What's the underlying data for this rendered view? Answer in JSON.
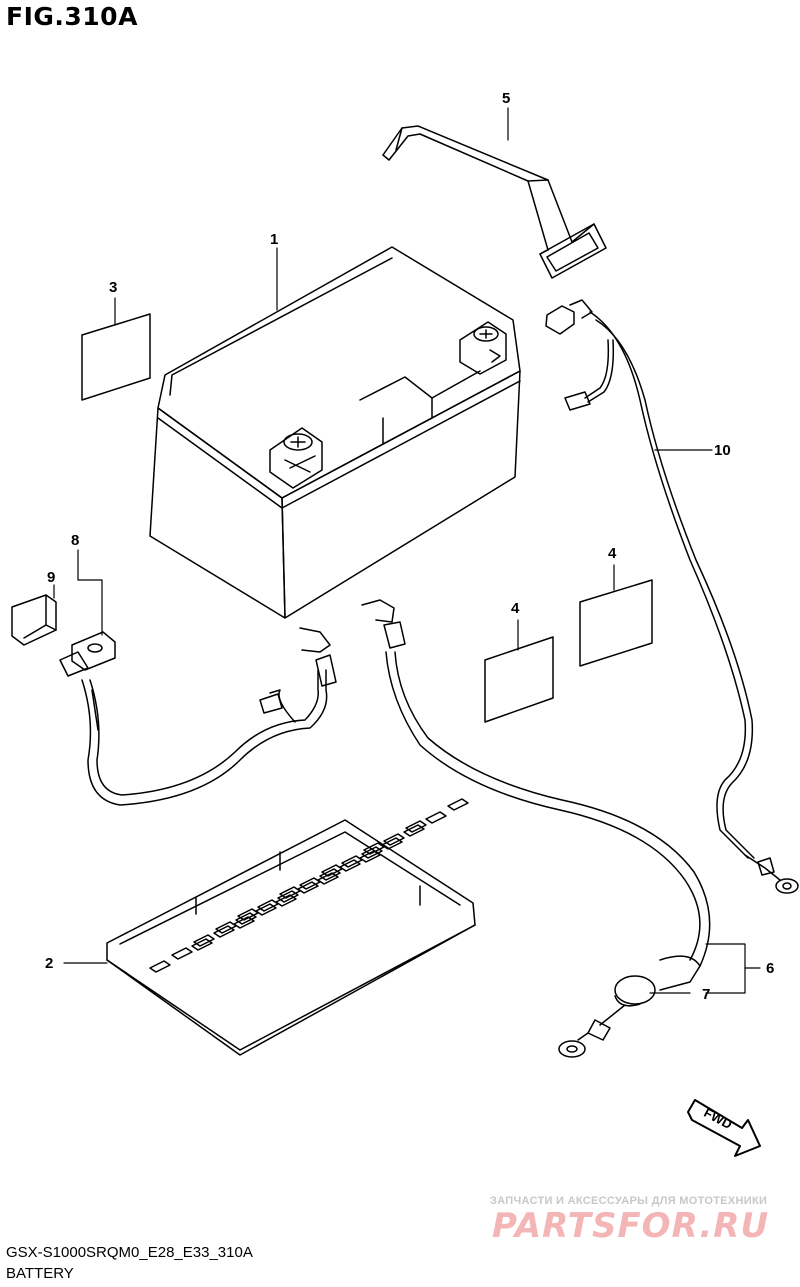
{
  "figure": {
    "title": "FIG.310A",
    "model_code": "GSX-S1000SRQM0_E28_E33_310A",
    "section": "BATTERY"
  },
  "callouts": [
    "1",
    "2",
    "3",
    "4",
    "4",
    "5",
    "6",
    "7",
    "8",
    "9",
    "10"
  ],
  "direction_arrow": {
    "label": "FWD",
    "icon": "fwd-arrow-icon"
  },
  "watermark": {
    "tagline": "ЗАПЧАСТИ И АКСЕССУАРЫ ДЛЯ МОТОТЕХНИКИ",
    "logo": "PARTSFOR.RU",
    "color": "#f3b5b5"
  },
  "parts": [
    {
      "callout": "1",
      "part": "battery"
    },
    {
      "callout": "2",
      "part": "battery-tray"
    },
    {
      "callout": "3",
      "part": "label"
    },
    {
      "callout": "4",
      "part": "label"
    },
    {
      "callout": "5",
      "part": "battery-strap"
    },
    {
      "callout": "6",
      "part": "negative-battery-lead"
    },
    {
      "callout": "7",
      "part": "terminal-cap"
    },
    {
      "callout": "8",
      "part": "positive-battery-lead"
    },
    {
      "callout": "9",
      "part": "terminal-cover"
    },
    {
      "callout": "10",
      "part": "battery-lead"
    }
  ]
}
